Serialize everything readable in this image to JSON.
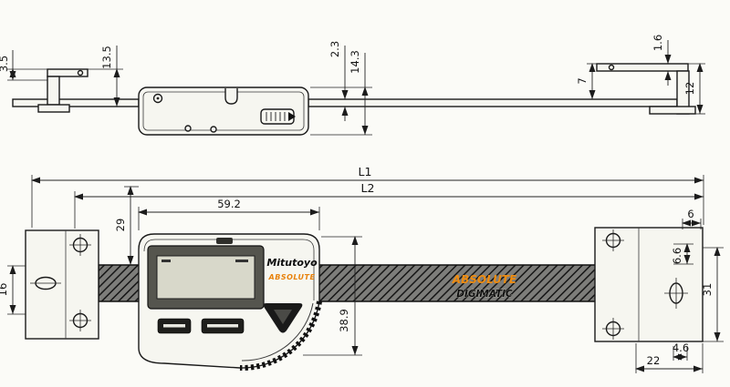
{
  "drawing": {
    "title": "Digital linear scale unit - dimensioned engineering drawing (top view and front view)"
  },
  "brand": {
    "mitutoyo": "Mitutoyo",
    "absolute_head": "ABSOLUTE",
    "absolute_bar": "ABSOLUTE",
    "digimatic_bar": "DIGIMATIC"
  },
  "dims": {
    "top": {
      "d3_5": "3.5",
      "d13_5": "13.5",
      "d2_3": "2.3",
      "d14_3": "14.3",
      "d7": "7",
      "d1_6": "1.6",
      "d12": "12"
    },
    "front": {
      "L1": "L1",
      "L2": "L2",
      "d59_2": "59.2",
      "d29": "29",
      "d16": "16",
      "d6": "6",
      "d6_6": "6.6",
      "d31": "31",
      "d38_9": "38.9",
      "d4_6": "4.6",
      "d22": "22"
    }
  }
}
